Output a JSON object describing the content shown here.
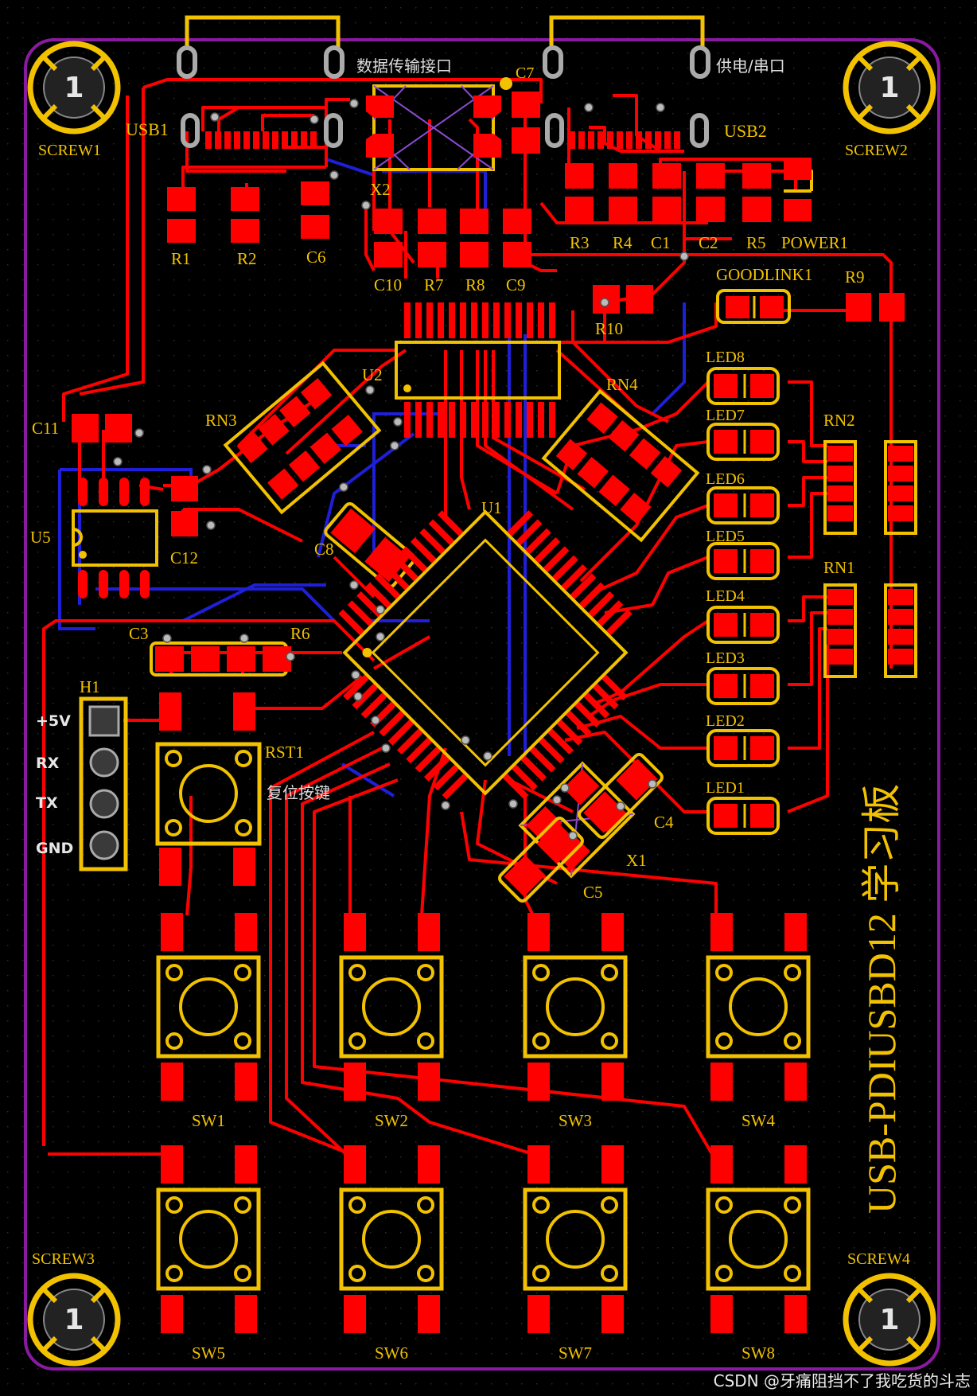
{
  "board": {
    "title": "USB-PDIUSBD12 学习板",
    "colors": {
      "background": "#000000",
      "copper_top": "#ff0000",
      "copper_bottom": "#1f1fd8",
      "silkscreen": "#f2c200",
      "outline": "#8a1aa0"
    }
  },
  "connectors": {
    "usb1_caption": "数据传输接口",
    "usb2_caption": "供电/串口",
    "usb1": "USB1",
    "usb2": "USB2"
  },
  "labels": {
    "screw1": "SCREW1",
    "screw2": "SCREW2",
    "screw3": "SCREW3",
    "screw4": "SCREW4",
    "screw_pin": "1",
    "r1": "R1",
    "r2": "R2",
    "c6": "C6",
    "x2": "X2",
    "c7": "C7",
    "r3": "R3",
    "r4": "R4",
    "c1": "C1",
    "c2": "C2",
    "r5": "R5",
    "power1": "POWER1",
    "c10": "C10",
    "r7": "R7",
    "r8": "R8",
    "c9": "C9",
    "r10": "R10",
    "goodlink1": "GOODLINK1",
    "r9": "R9",
    "u2": "U2",
    "rn3": "RN3",
    "rn4": "RN4",
    "c11": "C11",
    "u5": "U5",
    "c12": "C12",
    "u1": "U1",
    "c8": "C8",
    "c3": "C3",
    "r6": "R6",
    "h1": "H1",
    "rst1": "RST1",
    "rst_caption": "复位按键",
    "c4": "C4",
    "x1": "X1",
    "c5": "C5",
    "rn2": "RN2",
    "rn1": "RN1",
    "led8": "LED8",
    "led7": "LED7",
    "led6": "LED6",
    "led5": "LED5",
    "led4": "LED4",
    "led3": "LED3",
    "led2": "LED2",
    "led1": "LED1"
  },
  "header_pins": [
    "+5V",
    "RX",
    "TX",
    "GND"
  ],
  "switches": [
    "SW1",
    "SW2",
    "SW3",
    "SW4",
    "SW5",
    "SW6",
    "SW7",
    "SW8"
  ],
  "watermark": "CSDN @牙痛阻挡不了我吃货的斗志"
}
